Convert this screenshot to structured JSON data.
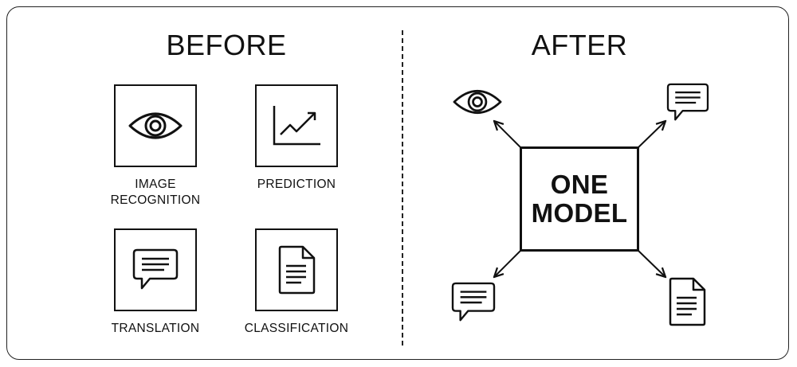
{
  "before": {
    "heading": "BEFORE",
    "tasks": [
      {
        "label": "IMAGE\nRECOGNITION",
        "icon": "eye-icon"
      },
      {
        "label": "PREDICTION",
        "icon": "trend-chart-icon"
      },
      {
        "label": "TRANSLATION",
        "icon": "speech-bubble-icon"
      },
      {
        "label": "CLASSIFICATION",
        "icon": "document-icon"
      }
    ]
  },
  "after": {
    "heading": "AFTER",
    "model_label": "ONE\nMODEL",
    "outputs": [
      {
        "icon": "eye-icon",
        "position": "top-left"
      },
      {
        "icon": "speech-bubble-icon",
        "position": "top-right"
      },
      {
        "icon": "speech-bubble-icon",
        "position": "bottom-left"
      },
      {
        "icon": "document-icon",
        "position": "bottom-right"
      }
    ]
  },
  "colors": {
    "stroke": "#111111",
    "background": "#ffffff"
  }
}
